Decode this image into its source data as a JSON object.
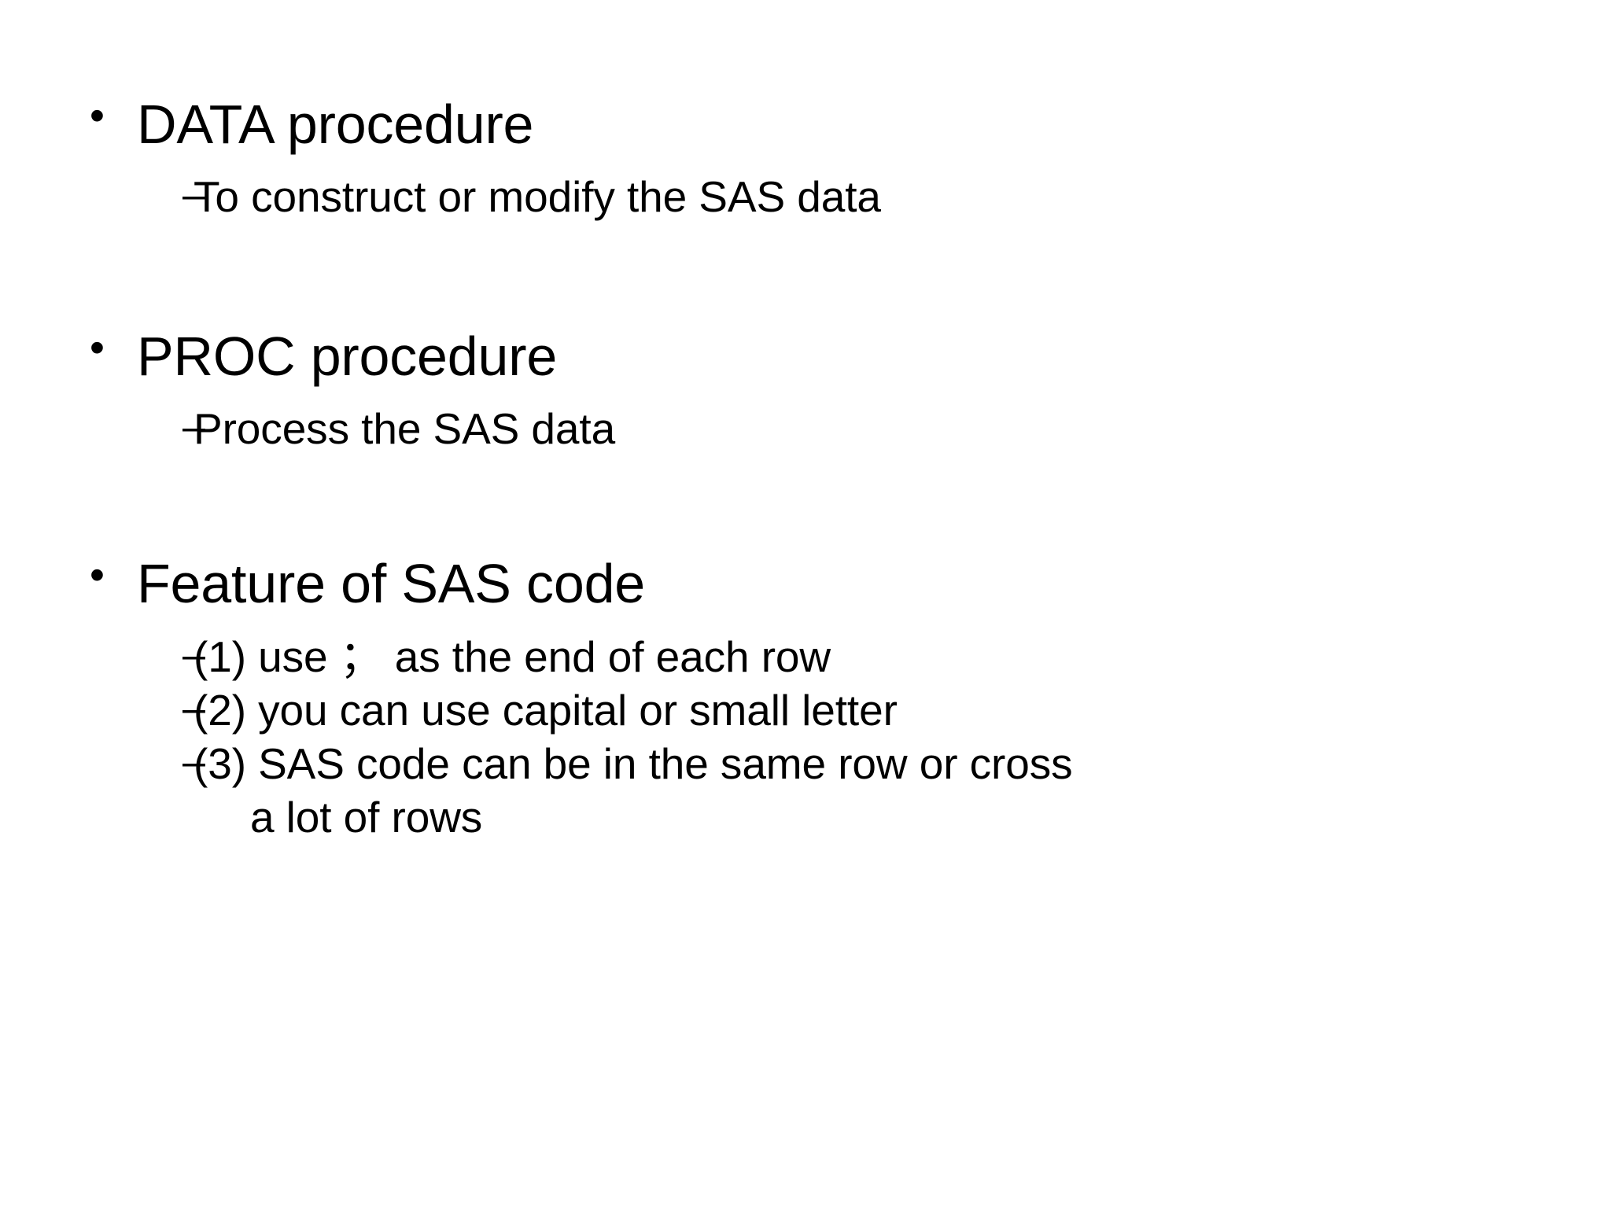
{
  "slide": {
    "background_color": "#ffffff",
    "text_color": "#000000",
    "bullet_glyph": "•",
    "dash_glyph": "–",
    "blocks": [
      {
        "id": "data-procedure",
        "heading": "DATA procedure",
        "sub_items": [
          {
            "text": "To construct or modify the SAS data"
          }
        ]
      },
      {
        "id": "proc-procedure",
        "heading": "PROC procedure",
        "sub_items": [
          {
            "text": "Process the SAS data"
          }
        ]
      },
      {
        "id": "feature-of-sas-code",
        "heading": "Feature of SAS code",
        "sub_items": [
          {
            "text": "(1) use ； as the end of each row"
          },
          {
            "text": "(2) you can use capital or small letter"
          },
          {
            "text": "(3) SAS code can be in the same row or cross"
          },
          {
            "text": "a lot of rows",
            "continuation": true
          }
        ]
      }
    ]
  },
  "b0": {
    "marker": "•",
    "heading": "DATA procedure",
    "s0_marker": "–",
    "s0_text": "To construct or modify the SAS data"
  },
  "b1": {
    "marker": "•",
    "heading": "PROC procedure",
    "s0_marker": "–",
    "s0_text": "Process the SAS data"
  },
  "b2": {
    "marker": "•",
    "heading": "Feature of SAS code",
    "s0_marker": "–",
    "s0_text": "(1) use ； as the end of each row",
    "s1_marker": "–",
    "s1_text": "(2) you can use capital or small letter",
    "s2_marker": "–",
    "s2_text": "(3) SAS code can be in the same row or cross",
    "s3_marker": "–",
    "s3_text": "a lot of rows"
  }
}
